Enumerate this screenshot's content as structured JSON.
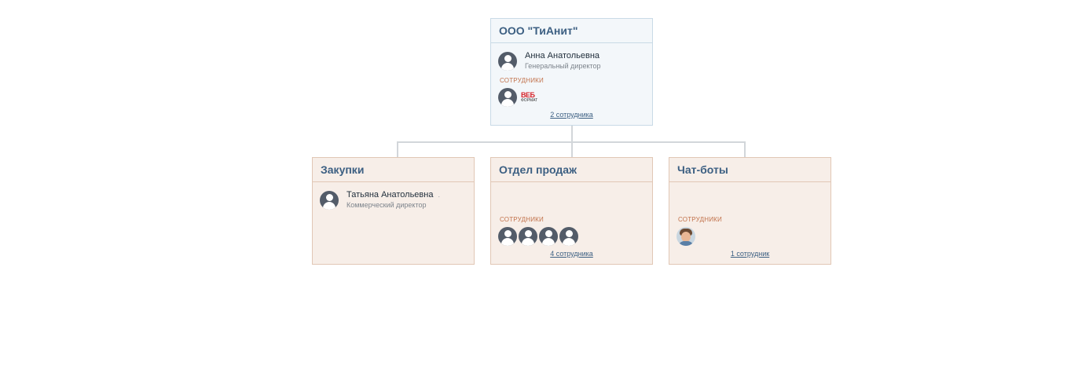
{
  "root": {
    "title": "ООО \"ТиАнит\"",
    "head": {
      "name": "Анна Анатольевна",
      "role": "Генеральный директор"
    },
    "employees_label": "СОТРУДНИКИ",
    "logo": {
      "line1": "ВЕБ",
      "line2": "ФОРМАТ"
    },
    "employees_count": "2 сотрудника"
  },
  "departments": [
    {
      "title": "Закупки",
      "head": {
        "name": "Татьяна Анатольевна",
        "role": "Коммерческий директор"
      },
      "head_extra": "."
    },
    {
      "title": "Отдел продаж",
      "employees_label": "СОТРУДНИКИ",
      "employees_count": "4 сотрудника"
    },
    {
      "title": "Чат-боты",
      "employees_label": "СОТРУДНИКИ",
      "employees_count": "1 сотрудник"
    }
  ],
  "colors": {
    "root_bg": "#f3f7fa",
    "dept_bg": "#f7eee8",
    "title": "#3c5f82",
    "label": "#c1714a",
    "avatar": "#535c69"
  },
  "icons": [
    "user-avatar-icon",
    "company-logo-icon",
    "user-photo-icon"
  ]
}
